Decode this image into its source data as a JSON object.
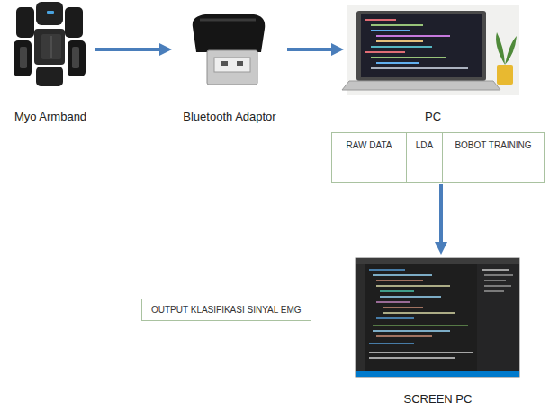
{
  "diagram": {
    "nodes": [
      {
        "text": [
          "Myo Armband"
        ]
      },
      {
        "text": [
          "Bluetooth Adaptor"
        ]
      },
      {
        "text": [
          "PC"
        ]
      },
      {
        "text": [
          "RAW DATA",
          "LDA",
          "BOBOT TRAINING"
        ]
      },
      {
        "text": [
          "SCREEN PC"
        ]
      },
      {
        "text": [
          "OUTPUT KLASIFIKASI SINYAL EMG"
        ]
      }
    ],
    "edges": [
      {
        "from": 0,
        "to": 1,
        "arrow": "to"
      },
      {
        "from": 1,
        "to": 2,
        "arrow": "to"
      },
      {
        "from": 3,
        "to": 4,
        "arrow": "to"
      }
    ]
  }
}
